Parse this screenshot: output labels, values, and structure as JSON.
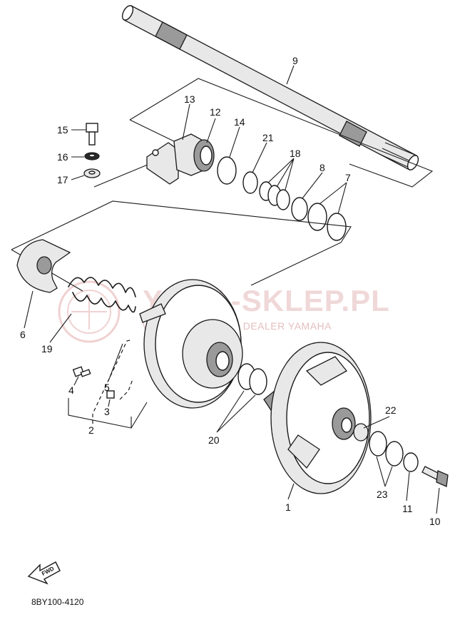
{
  "diagram": {
    "part_code": "8BY100-4120",
    "fwd_label": "FWD",
    "watermark": {
      "brand": "YAMA-SKLEP.PL",
      "dealer_line": "WOJCIECHOWICZ | DEALER YAMAHA"
    },
    "callouts": {
      "p1": "1",
      "p2": "2",
      "p3": "3",
      "p4": "4",
      "p5": "5",
      "p6": "6",
      "p7": "7",
      "p8": "8",
      "p9": "9",
      "p10": "10",
      "p11": "11",
      "p12": "12",
      "p13": "13",
      "p14": "14",
      "p15": "15",
      "p16": "16",
      "p17": "17",
      "p18": "18",
      "p19": "19",
      "p20": "20",
      "p21": "21",
      "p22": "22",
      "p23": "23"
    },
    "colors": {
      "ink": "#1a1a1a",
      "watermark": "#e5b9b9"
    }
  }
}
